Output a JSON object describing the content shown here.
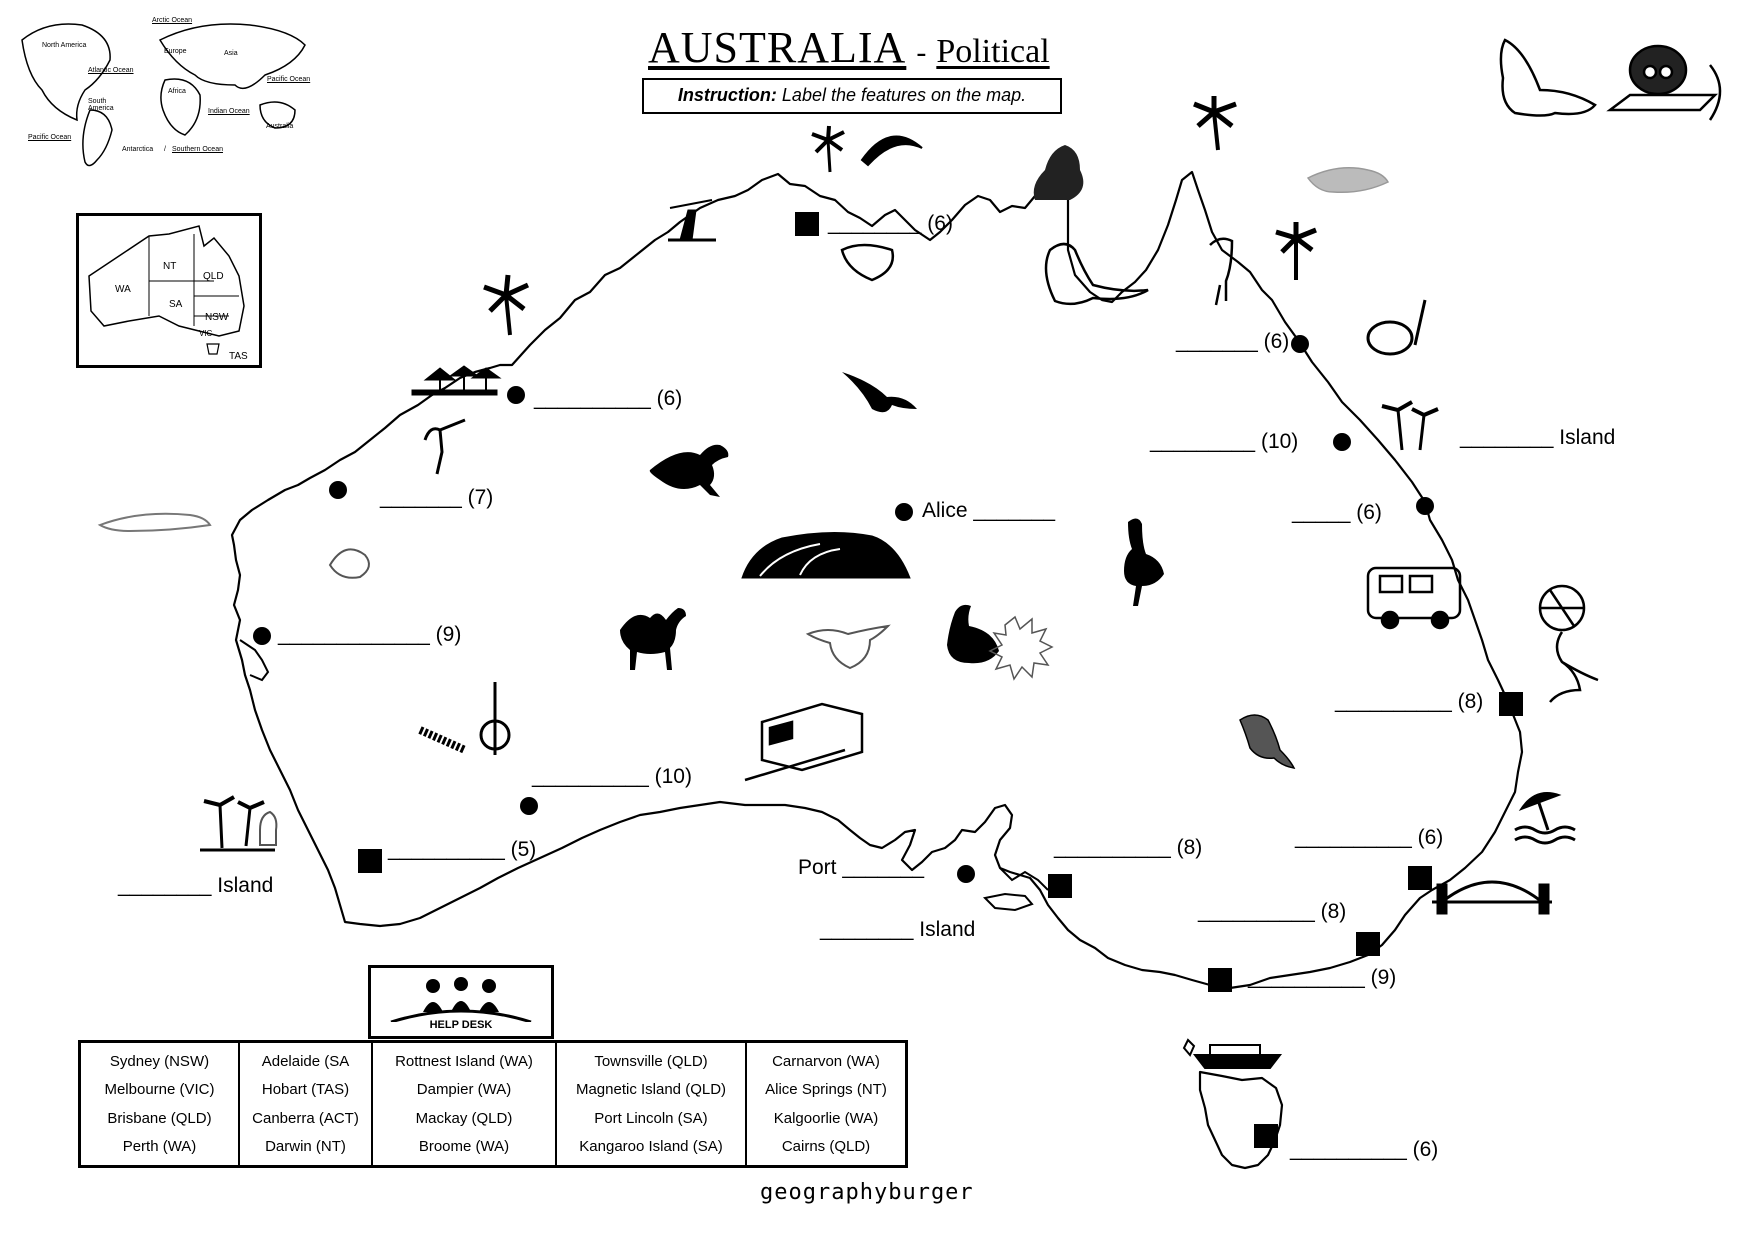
{
  "header": {
    "title_main": "AUSTRALIA",
    "title_dash": "-",
    "title_sub": "Political",
    "instruction_bold": "Instruction:",
    "instruction_text": "Label the features on the map."
  },
  "world_map": {
    "labels": [
      "Arctic Ocean",
      "North America",
      "Atlantic Ocean",
      "Europe",
      "Asia",
      "Africa",
      "Pacific Ocean",
      "South America",
      "Indian Ocean",
      "Australia",
      "Pacific Ocean",
      "Antarctica",
      "/",
      "Southern Ocean"
    ]
  },
  "inset_map": {
    "states": [
      "WA",
      "NT",
      "QLD",
      "SA",
      "NSW",
      "VIC",
      "TAS"
    ]
  },
  "map_labels": [
    {
      "text": "________ (6)"
    },
    {
      "text": "_______ (6)"
    },
    {
      "text": "__________ (6)"
    },
    {
      "text": "_________ (10)"
    },
    {
      "text": "________ Island"
    },
    {
      "text": "_______ (7)"
    },
    {
      "text": "Alice _______"
    },
    {
      "text": "_____ (6)"
    },
    {
      "text": "_____________ (9)"
    },
    {
      "text": "__________ (8)"
    },
    {
      "text": "__________ (10)"
    },
    {
      "text": "__________ (5)"
    },
    {
      "text": "________ Island"
    },
    {
      "text": "Port _______"
    },
    {
      "text": "__________ (8)"
    },
    {
      "text": "__________ (6)"
    },
    {
      "text": "________ Island"
    },
    {
      "text": "__________ (8)"
    },
    {
      "text": "__________ (9)"
    },
    {
      "text": "__________ (6)"
    }
  ],
  "help_desk": {
    "label": "HELP DESK",
    "columns": [
      [
        "Sydney (NSW)",
        "Melbourne (VIC)",
        "Brisbane (QLD)",
        "Perth (WA)"
      ],
      [
        "Adelaide (SA",
        "Hobart (TAS)",
        "Canberra (ACT)",
        "Darwin (NT)"
      ],
      [
        "Rottnest Island (WA)",
        "Dampier (WA)",
        "Mackay (QLD)",
        "Broome (WA)"
      ],
      [
        "Townsville (QLD)",
        "Magnetic Island (QLD)",
        "Port Lincoln (SA)",
        "Kangaroo Island (SA)"
      ],
      [
        "Carnarvon (WA)",
        "Alice Springs (NT)",
        "Kalgoorlie (WA)",
        "Cairns (QLD)"
      ]
    ]
  },
  "footer": {
    "credit": "geographyburger"
  },
  "icons": [
    "palm-tree-icon",
    "boomerang-icon",
    "aboriginal-person-icon",
    "crocodile-icon",
    "dugong-icon",
    "snorkel-mask-icon",
    "whale-icon",
    "eagle-icon",
    "kangaroo-icon",
    "uluru-icon",
    "emu-icon",
    "camel-icon",
    "pelican-icon",
    "train-icon",
    "kookaburra-icon",
    "campervan-icon",
    "beach-ball-girl-icon",
    "beach-umbrella-icon",
    "harbour-bridge-icon",
    "ferry-icon",
    "quokka-icon",
    "buffalo-icon",
    "bilby-icon",
    "stork-icon",
    "skull-icon",
    "reading-boy-icon",
    "whale-shark-icon"
  ]
}
